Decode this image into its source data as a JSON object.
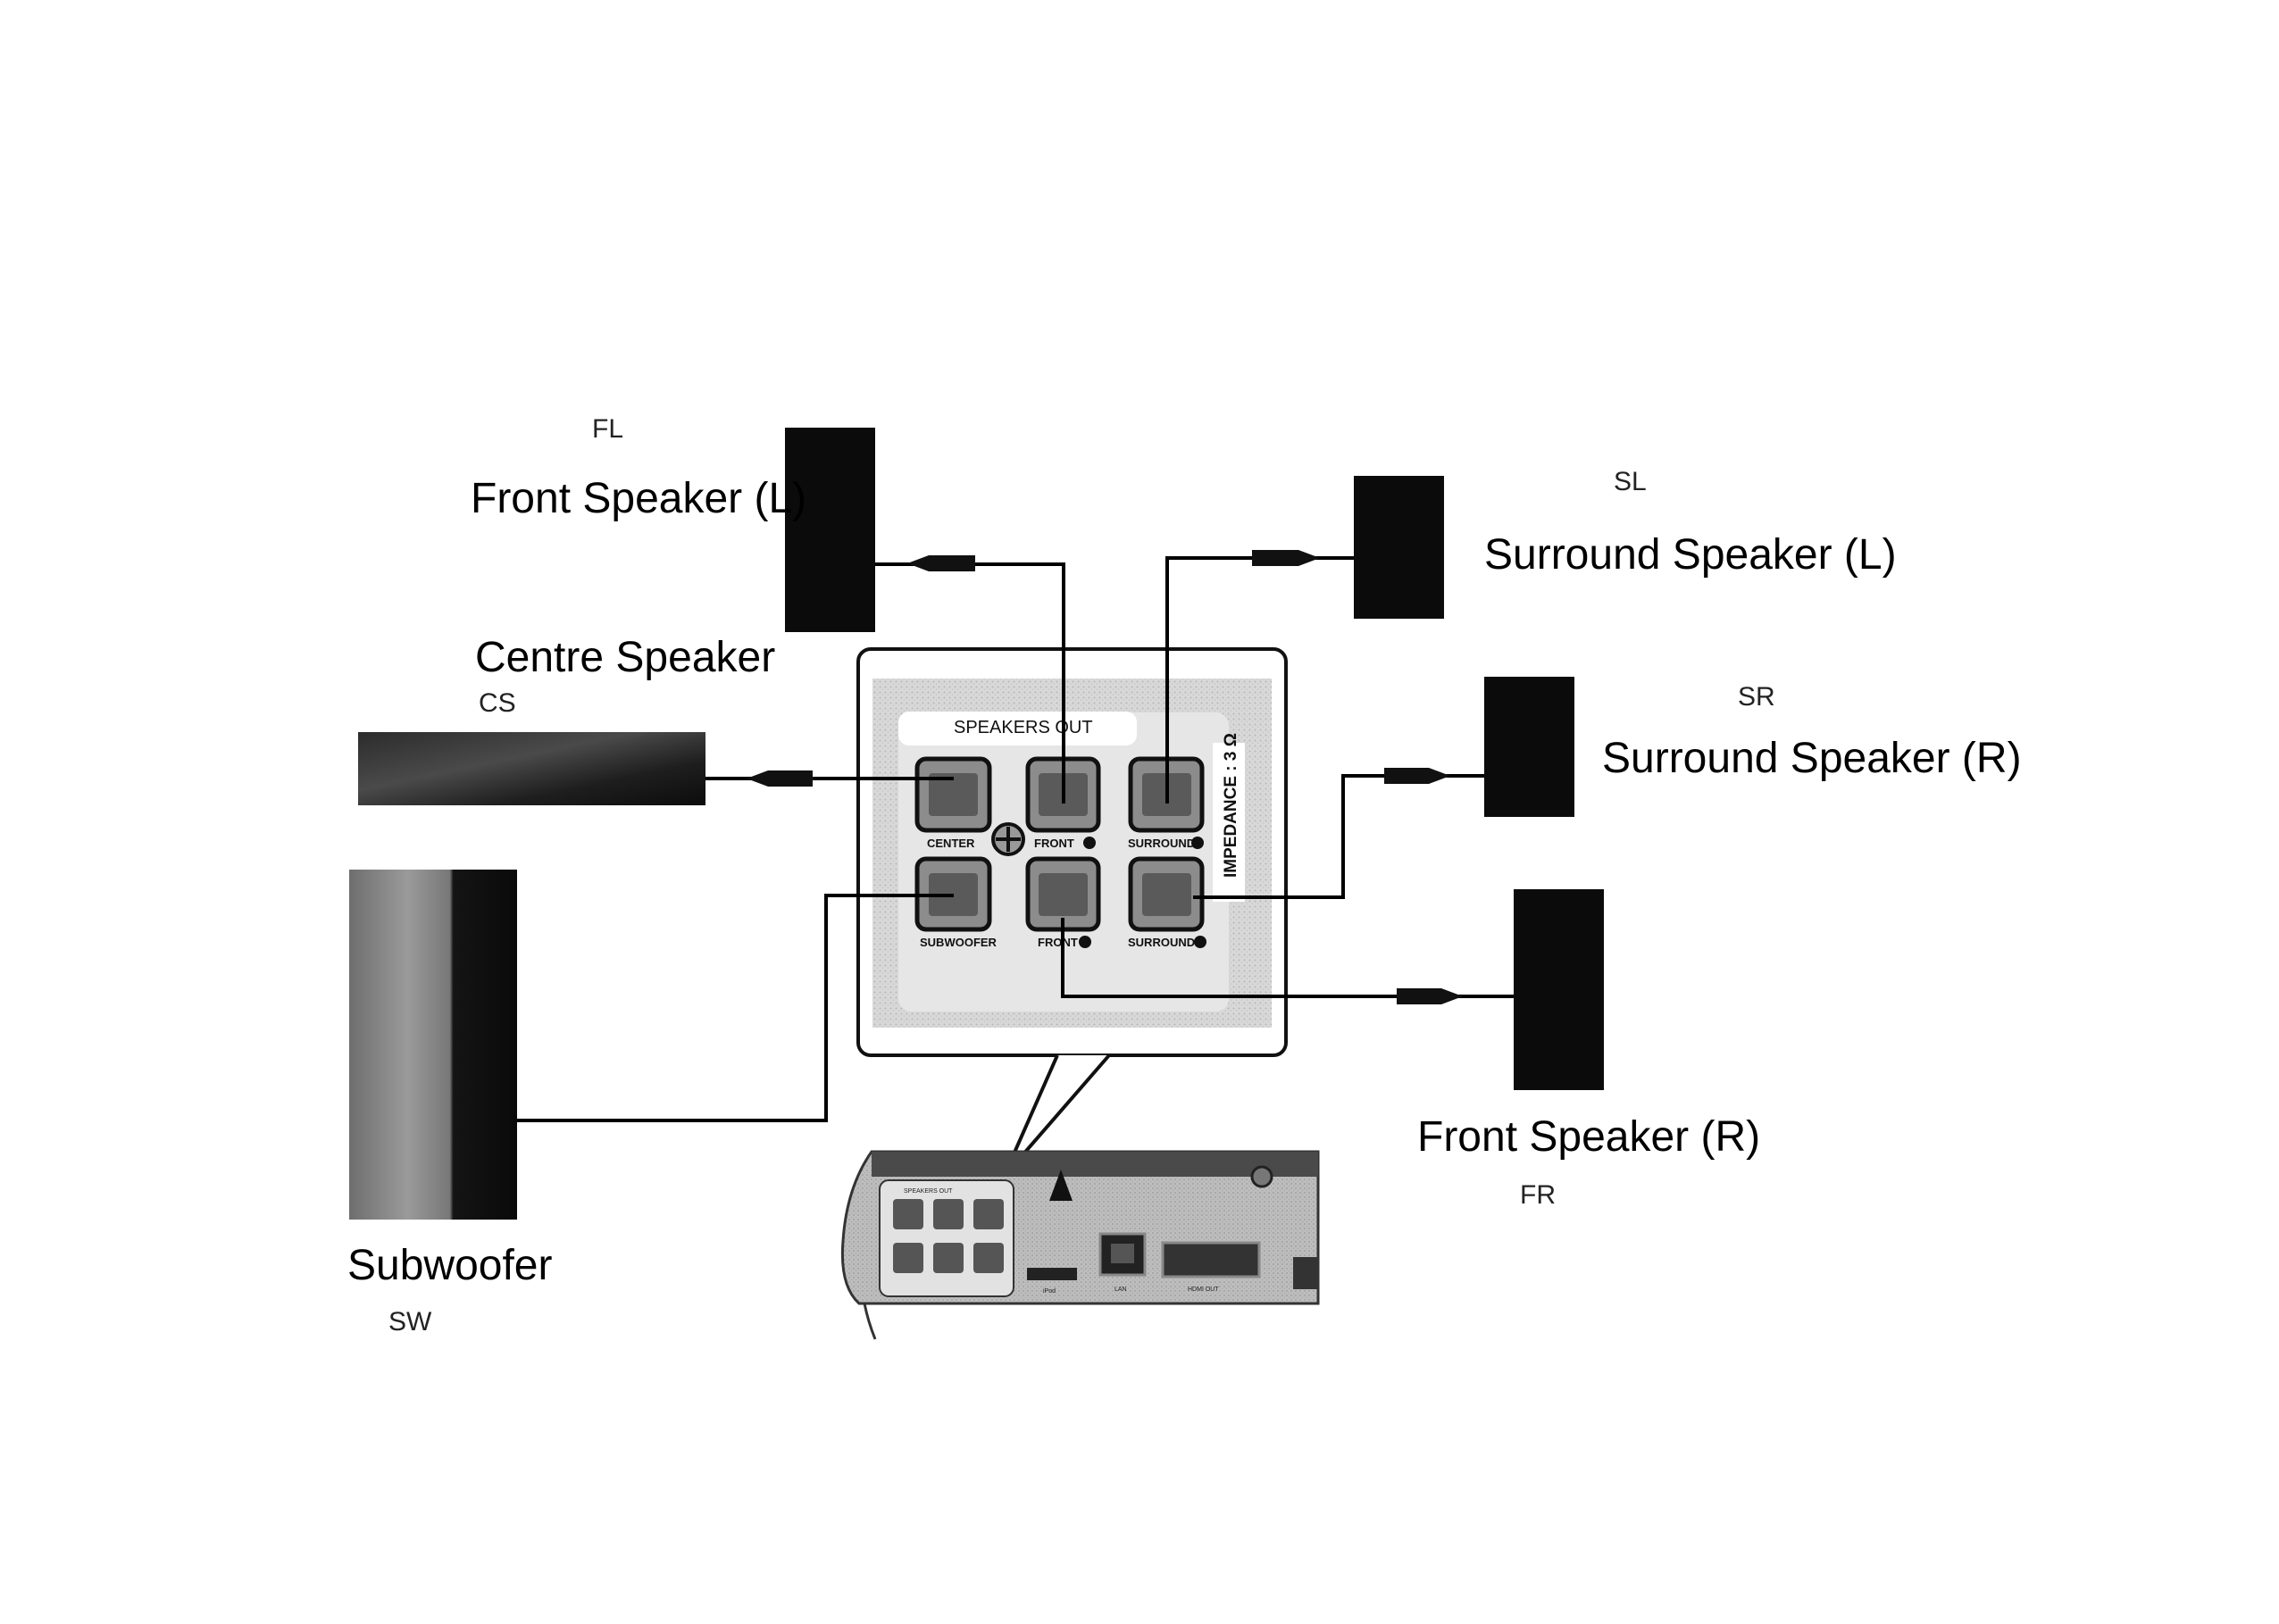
{
  "speakers": {
    "front_left": {
      "label": "Front Speaker (L)",
      "abbr": "FL"
    },
    "centre": {
      "label": "Centre Speaker",
      "abbr": "CS"
    },
    "subwoofer": {
      "label": "Subwoofer",
      "abbr": "SW"
    },
    "surround_left": {
      "label": "Surround Speaker (L)",
      "abbr": "SL"
    },
    "surround_right": {
      "label": "Surround Speaker (R)",
      "abbr": "SR"
    },
    "front_right": {
      "label": "Front Speaker (R)",
      "abbr": "FR"
    }
  },
  "panel": {
    "title": "SPEAKERS OUT",
    "impedance": "IMPEDANCE : 3 Ω",
    "ports": {
      "center": "CENTER",
      "front_top": "FRONT",
      "surround_top": "SURROUND",
      "subwoofer": "SUBWOOFER",
      "front_bottom": "FRONT",
      "surround_bottom": "SURROUND"
    }
  },
  "unit": {
    "speakers_out": "SPEAKERS OUT",
    "port_labels": [
      "iPod",
      "LAN",
      "HDMI OUT"
    ]
  }
}
